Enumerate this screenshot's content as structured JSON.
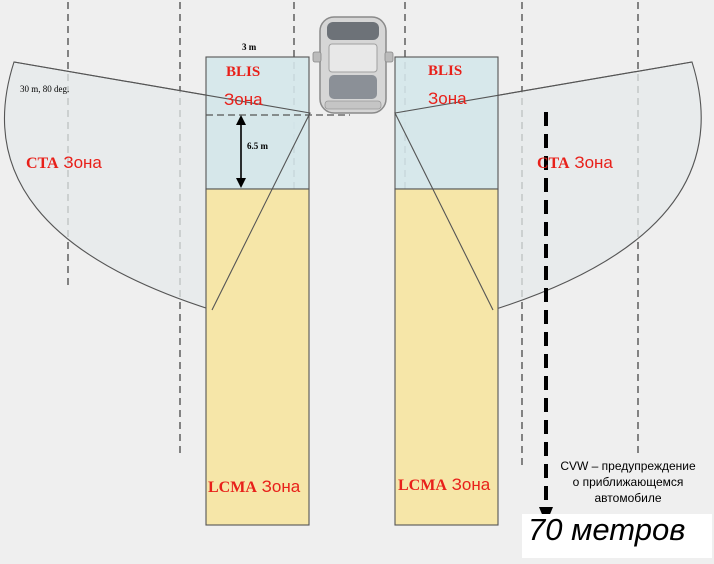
{
  "diagram": {
    "labels": {
      "width_3m": "3 m",
      "cta_range": "30 m, 80 deg.",
      "height_6_5m": "6.5 m",
      "blis_left_line1": "BLIS",
      "blis_left_line2": "Зона",
      "blis_right_line1": "BLIS",
      "blis_right_line2": "Зона",
      "cta_left_prefix": "CTA",
      "cta_left_suffix": " Зона",
      "cta_right_prefix": "CTA",
      "cta_right_suffix": " Зона",
      "lcma_left_prefix": "LCMA",
      "lcma_left_suffix": " Зона",
      "lcma_right_prefix": "LCMA",
      "lcma_right_suffix": " Зона",
      "cvw_line1": "CVW – предупреждение",
      "cvw_line2": "о приближающемся",
      "cvw_line3": "автомобиле",
      "distance": "70 метров"
    },
    "colors": {
      "background": "#efefef",
      "blis_zone": "#d4e7ea",
      "lcma_zone": "#f6e6a8",
      "cta_zone": "#e6eaeb",
      "label_red": "#e8201a",
      "outline": "#555555",
      "lane_dash": "#555555"
    },
    "icons": [
      "car-icon",
      "arrow-down-icon"
    ]
  }
}
